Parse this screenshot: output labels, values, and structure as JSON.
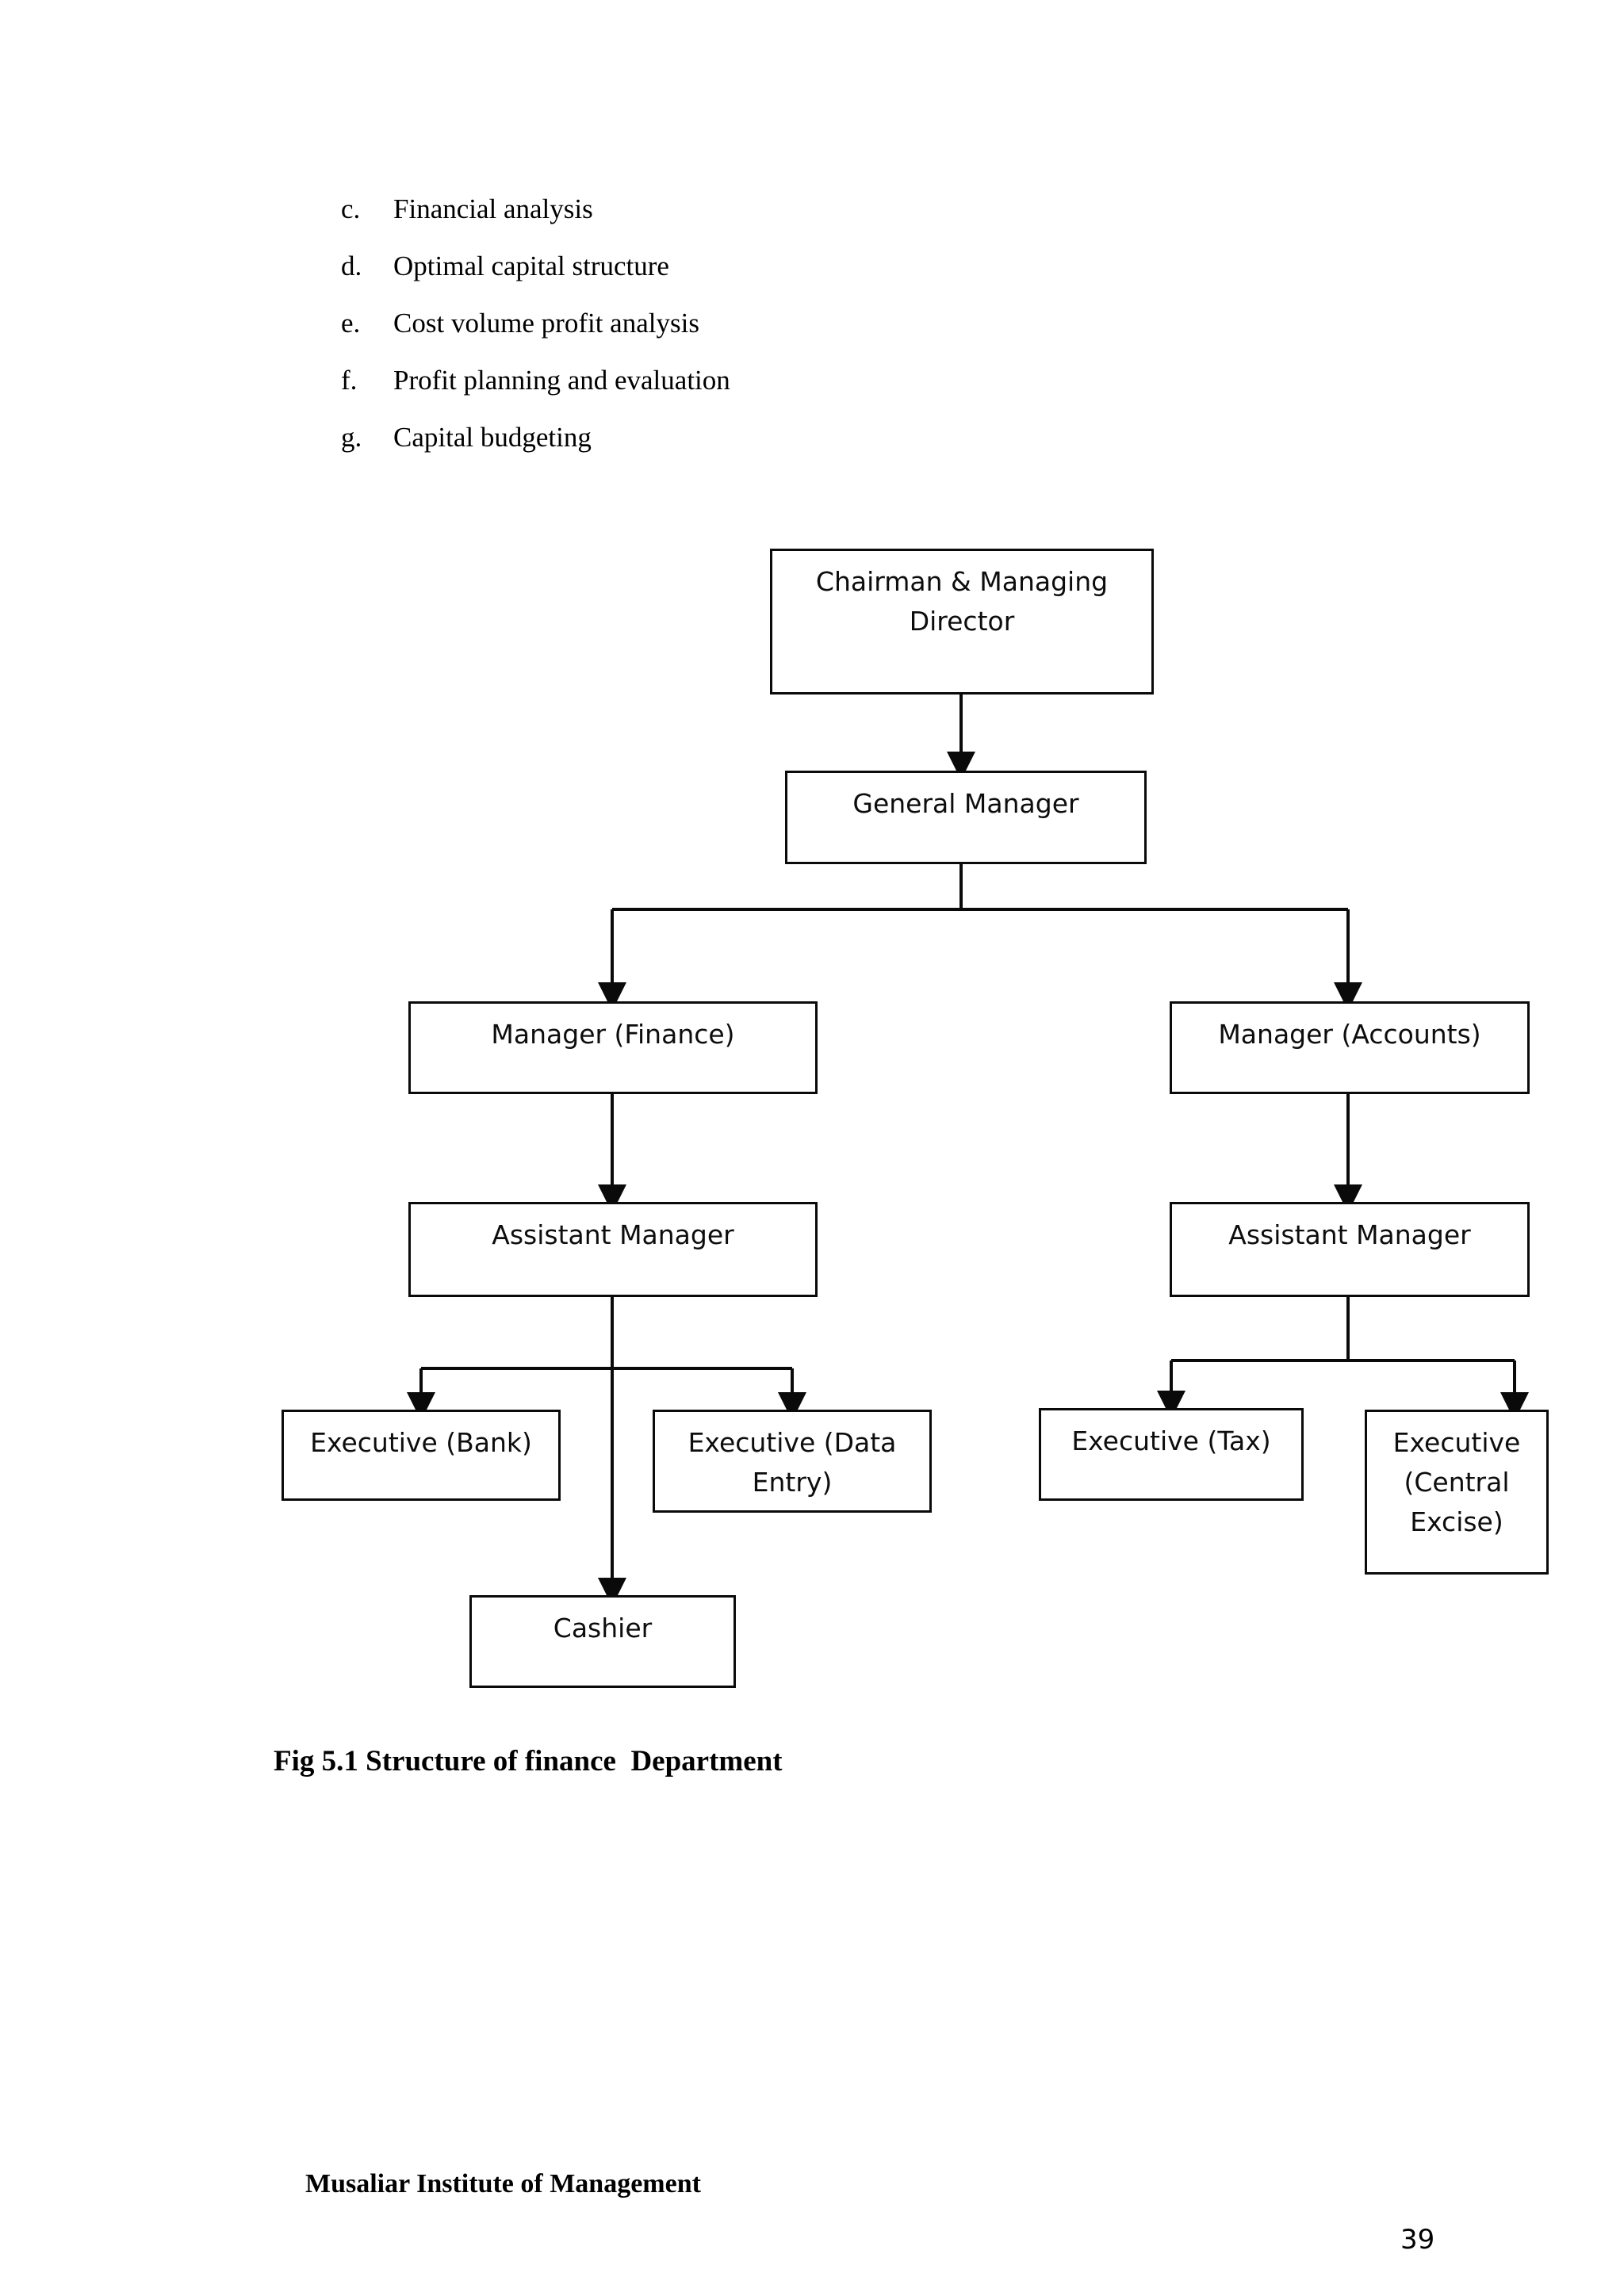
{
  "page": {
    "page_number": "39",
    "footer_text": "Musaliar Institute of Management",
    "background_color": "#ffffff",
    "text_color": "#000000"
  },
  "list": {
    "items": [
      {
        "marker": "c.",
        "text": "Financial analysis"
      },
      {
        "marker": "d.",
        "text": "Optimal capital structure"
      },
      {
        "marker": "e.",
        "text": "Cost volume profit analysis"
      },
      {
        "marker": "f.",
        "text": "Profit planning and evaluation"
      },
      {
        "marker": "g.",
        "text": "Capital budgeting"
      }
    ]
  },
  "figure": {
    "caption": "Fig 5.1 Structure of finance  Department",
    "line_color": "#0a0a0a",
    "box_fill": "#ffffff",
    "nodes": [
      {
        "id": "cmd",
        "label": "Chairman & Managing\nDirector"
      },
      {
        "id": "gm",
        "label": "General Manager"
      },
      {
        "id": "mgr_finance",
        "label": "Manager (Finance)"
      },
      {
        "id": "mgr_accounts",
        "label": "Manager (Accounts)"
      },
      {
        "id": "asst_mgr_finance",
        "label": "Assistant Manager"
      },
      {
        "id": "asst_mgr_accounts",
        "label": "Assistant Manager"
      },
      {
        "id": "exec_bank",
        "label": "Executive (Bank)"
      },
      {
        "id": "exec_data_entry",
        "label": "Executive (Data\nEntry)"
      },
      {
        "id": "cashier",
        "label": "Cashier"
      },
      {
        "id": "exec_tax",
        "label": "Executive (Tax)"
      },
      {
        "id": "exec_central_excise",
        "label": "Executive\n(Central\nExcise)"
      }
    ],
    "edges": [
      {
        "from": "cmd",
        "to": "gm"
      },
      {
        "from": "gm",
        "to": "mgr_finance"
      },
      {
        "from": "gm",
        "to": "mgr_accounts"
      },
      {
        "from": "mgr_finance",
        "to": "asst_mgr_finance"
      },
      {
        "from": "mgr_accounts",
        "to": "asst_mgr_accounts"
      },
      {
        "from": "asst_mgr_finance",
        "to": "exec_bank"
      },
      {
        "from": "asst_mgr_finance",
        "to": "exec_data_entry"
      },
      {
        "from": "asst_mgr_finance",
        "to": "cashier"
      },
      {
        "from": "asst_mgr_accounts",
        "to": "exec_tax"
      },
      {
        "from": "asst_mgr_accounts",
        "to": "exec_central_excise"
      }
    ]
  }
}
